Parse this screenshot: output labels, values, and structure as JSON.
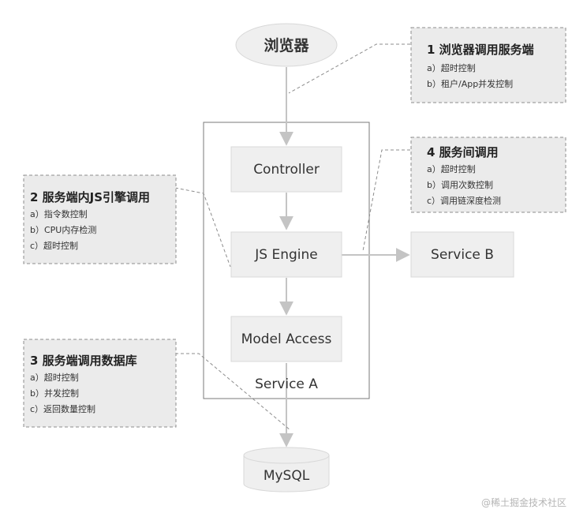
{
  "nodes": {
    "browser": "浏览器",
    "controller": "Controller",
    "js_engine": "JS Engine",
    "model_access": "Model Access",
    "service_a": "Service A",
    "service_b": "Service B",
    "mysql": "MySQL"
  },
  "notes": [
    {
      "title": "1  浏览器调用服务端",
      "items": [
        "a）超时控制",
        "b）租户/App并发控制"
      ]
    },
    {
      "title": "2  服务端内JS引擎调用",
      "items": [
        "a）指令数控制",
        "b）CPU内存检测",
        "c）超时控制"
      ]
    },
    {
      "title": "3  服务端调用数据库",
      "items": [
        "a）超时控制",
        "b）并发控制",
        "c）返回数量控制"
      ]
    },
    {
      "title": "4  服务间调用",
      "items": [
        "a）超时控制",
        "b）调用次数控制",
        "c）调用链深度检测"
      ]
    }
  ],
  "watermark": "@稀土掘金技术社区",
  "colors": {
    "node_fill": "#efefef",
    "node_border": "#d8d8d8",
    "note_fill": "#ebebeb",
    "note_border": "#8c8c8c",
    "arrow": "#c4c4c4",
    "container_border": "#7a7a7a"
  }
}
